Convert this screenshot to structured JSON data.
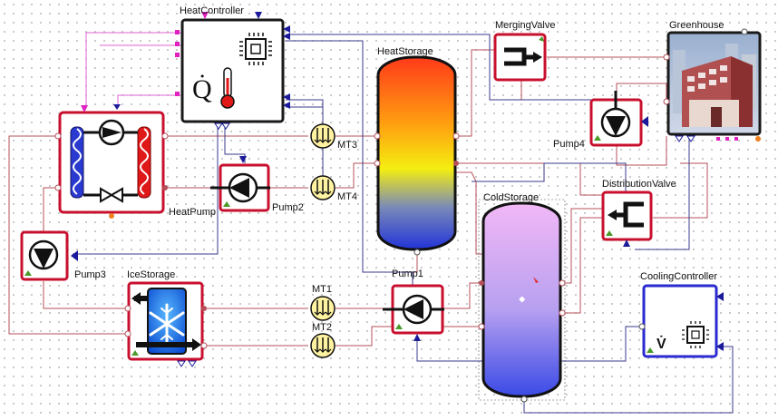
{
  "components": {
    "heat_controller": "HeatController",
    "heat_storage": "HeatStorage",
    "merging_valve": "MergingValve",
    "greenhouse": "Greenhouse",
    "heat_pump": "HeatPump",
    "pump2": "Pump2",
    "mt3": "MT3",
    "mt4": "MT4",
    "pump4": "Pump4",
    "distribution_valve": "DistributionValve",
    "cold_storage": "ColdStorage",
    "pump3": "Pump3",
    "ice_storage": "IceStorage",
    "mt1": "MT1",
    "mt2": "MT2",
    "pump1": "Pump1",
    "cooling_controller": "CoolingController"
  },
  "glyphs": {
    "heat_controller_symbol": "Q̇",
    "cooling_controller_symbol": "V̇"
  },
  "colors": {
    "component_frame": "#c8102e",
    "controller_frame": "#1a1a1a",
    "cooling_frame": "#2a2ad0",
    "hot_fluid": "#e02020",
    "cold_fluid": "#2a3ad0",
    "wire_fluid": "#b5505a",
    "wire_signal": "#3a3a8c",
    "meter_fill": "#fff2a0"
  }
}
